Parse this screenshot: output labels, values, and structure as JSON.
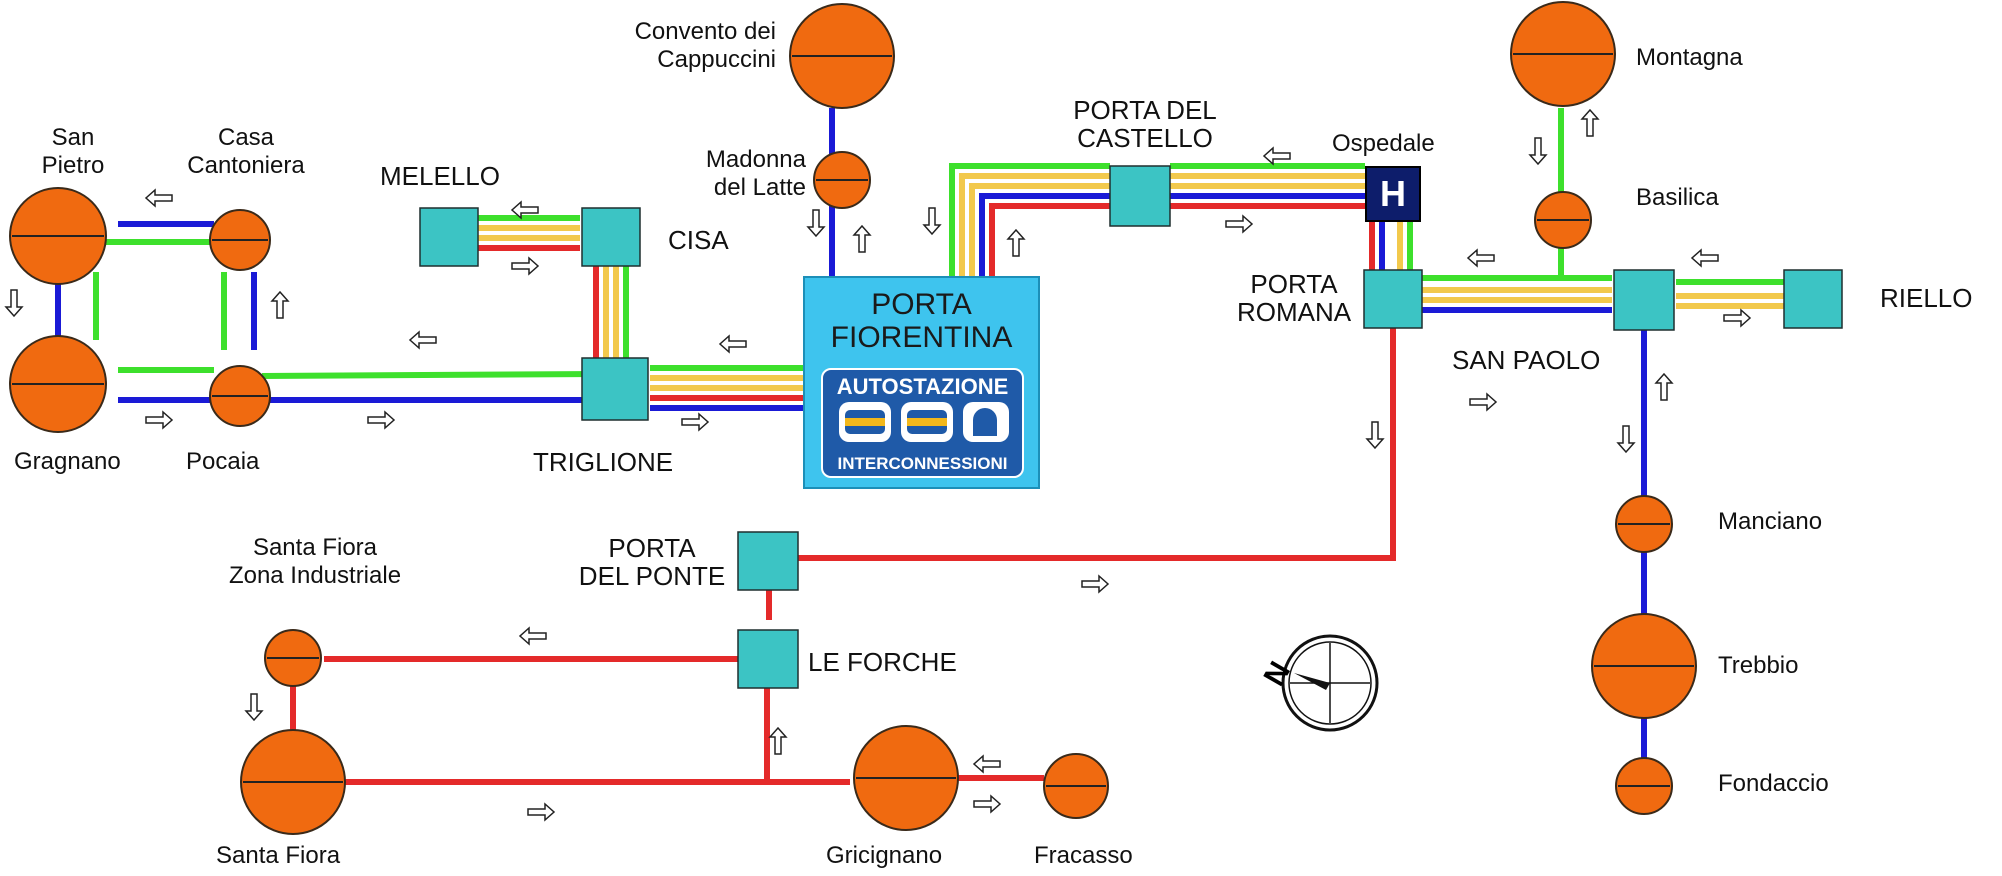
{
  "colors": {
    "green": "#3de02c",
    "yellow": "#f2c94c",
    "blue": "#1a1ad6",
    "red": "#e42a2a",
    "station": "#3cc4c4",
    "stop": "#f06a10",
    "hub": "#3ec4ee",
    "hospital": "#0d1d6b"
  },
  "hub": {
    "title": "PORTA\nFIORENTINA",
    "autostazione": "AUTOSTAZIONE",
    "interconnessioni": "INTERCONNESSIONI"
  },
  "hospital_letter": "H",
  "labels": {
    "san_pietro": "San\nPietro",
    "casa_cantoniera": "Casa\nCantoniera",
    "gragnano": "Gragnano",
    "pocaia": "Pocaia",
    "melello": "MELELLO",
    "cisa": "CISA",
    "triglione": "TRIGLIONE",
    "convento": "Convento dei\nCappuccini",
    "madonna": "Madonna\ndel Latte",
    "porta_castello": "PORTA DEL\nCASTELLO",
    "ospedale": "Ospedale",
    "porta_romana": "PORTA\nROMANA",
    "montagna": "Montagna",
    "basilica": "Basilica",
    "riello": "RIELLO",
    "san_paolo": "SAN PAOLO",
    "manciano": "Manciano",
    "trebbio": "Trebbio",
    "fondaccio": "Fondaccio",
    "santa_fiora_zi": "Santa Fiora\nZona Industriale",
    "porta_ponte": "PORTA\nDEL PONTE",
    "le_forche": "LE FORCHE",
    "santa_fiora": "Santa Fiora",
    "gricignano": "Gricignano",
    "fracasso": "Fracasso",
    "compass_n": "N"
  }
}
